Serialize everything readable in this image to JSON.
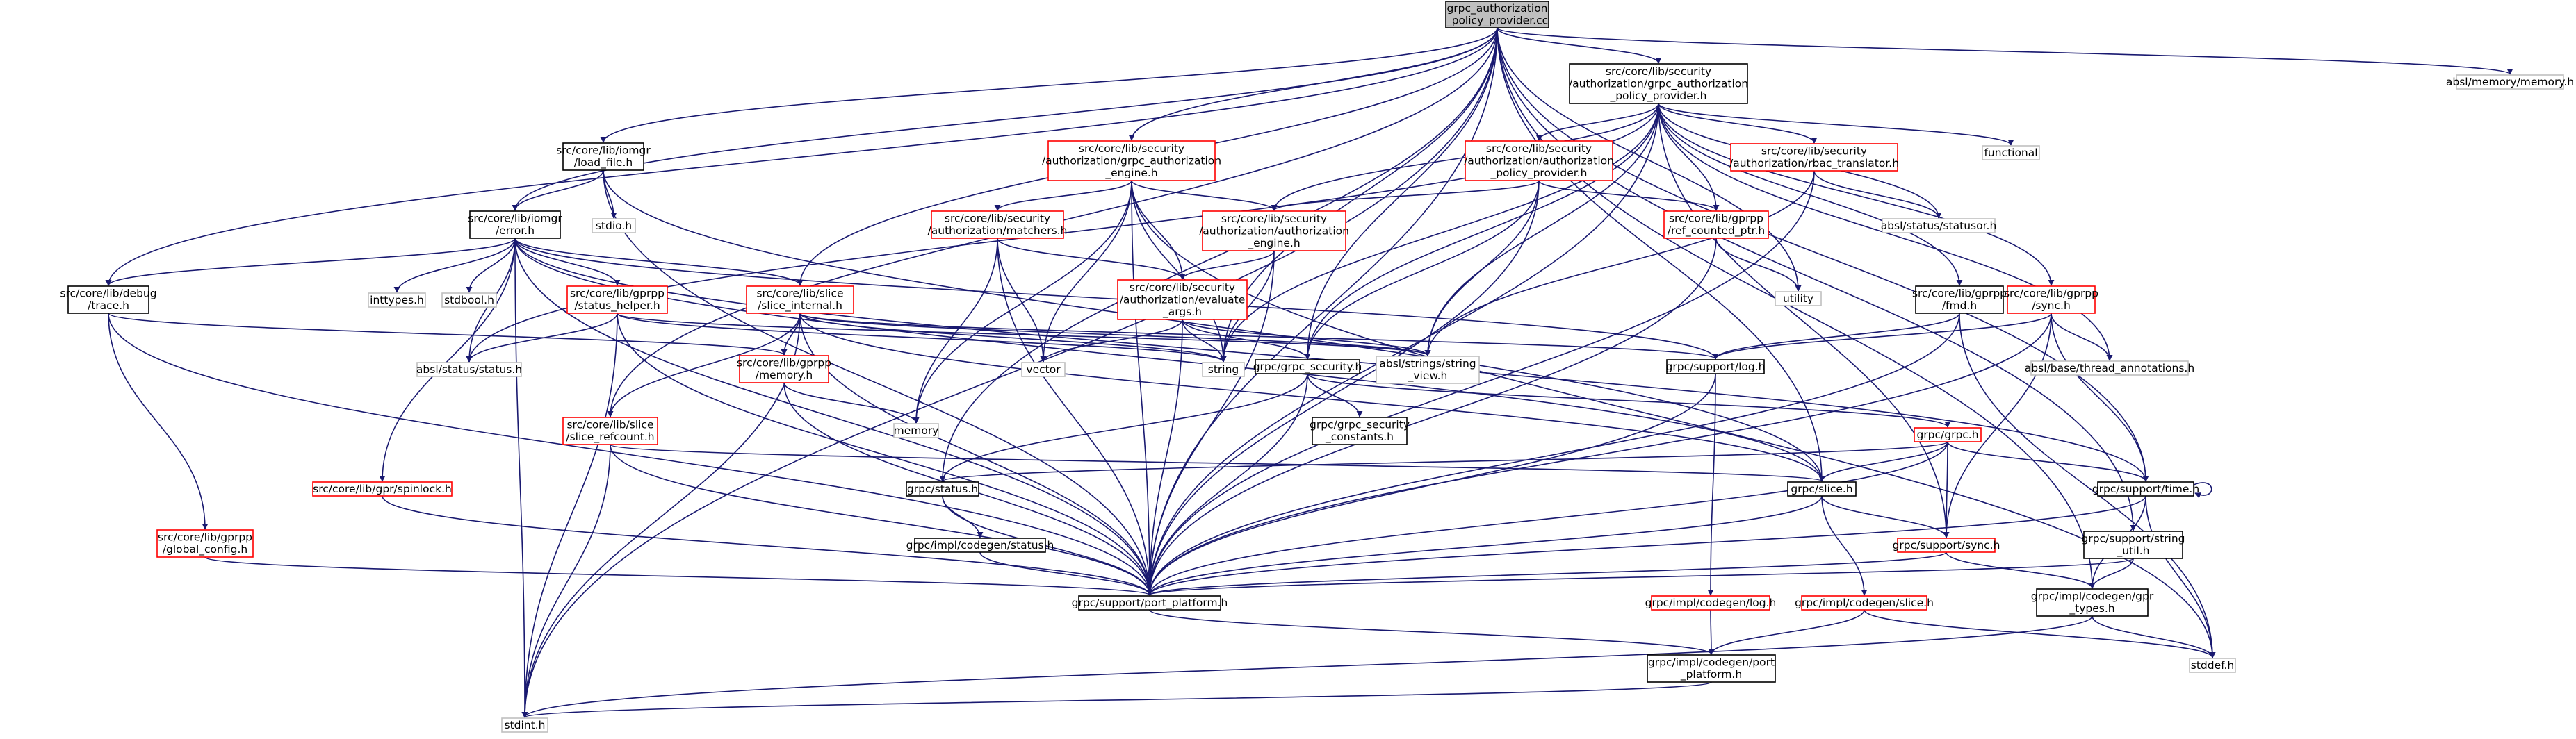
{
  "colors": {
    "edge": "#191970",
    "root_fill": "#bfbfbf",
    "documented_border": "#000000",
    "incomplete_border": "#ff0000",
    "undocumented_border": "#bfbfbf",
    "text": "#000000"
  },
  "nodes": [
    {
      "id": "root",
      "lines": [
        "grpc_authorization",
        "_policy_provider.cc"
      ],
      "style": "root"
    },
    {
      "id": "gapp_h",
      "lines": [
        "src/core/lib/security",
        "/authorization/grpc_authorization",
        "_policy_provider.h"
      ],
      "style": "doc"
    },
    {
      "id": "absl_memory",
      "lines": [
        "absl/memory/memory.h"
      ],
      "style": "undoc"
    },
    {
      "id": "load_file",
      "lines": [
        "src/core/lib/iomgr",
        "/load_file.h"
      ],
      "style": "doc"
    },
    {
      "id": "gae_h",
      "lines": [
        "src/core/lib/security",
        "/authorization/grpc_authorization",
        "_engine.h"
      ],
      "style": "red"
    },
    {
      "id": "aapp_h",
      "lines": [
        "src/core/lib/security",
        "/authorization/authorization",
        "_policy_provider.h"
      ],
      "style": "red"
    },
    {
      "id": "rbac",
      "lines": [
        "src/core/lib/security",
        "/authorization/rbac_translator.h"
      ],
      "style": "red"
    },
    {
      "id": "functional",
      "lines": [
        "functional"
      ],
      "style": "undoc"
    },
    {
      "id": "error_h",
      "lines": [
        "src/core/lib/iomgr",
        "/error.h"
      ],
      "style": "doc"
    },
    {
      "id": "stdio",
      "lines": [
        "stdio.h"
      ],
      "style": "undoc"
    },
    {
      "id": "matchers",
      "lines": [
        "src/core/lib/security",
        "/authorization/matchers.h"
      ],
      "style": "red"
    },
    {
      "id": "aae_h",
      "lines": [
        "src/core/lib/security",
        "/authorization/authorization",
        "_engine.h"
      ],
      "style": "red"
    },
    {
      "id": "statusor",
      "lines": [
        "absl/status/statusor.h"
      ],
      "style": "undoc"
    },
    {
      "id": "refcounted",
      "lines": [
        "src/core/lib/gprpp",
        "/ref_counted_ptr.h"
      ],
      "style": "red"
    },
    {
      "id": "trace",
      "lines": [
        "src/core/lib/debug",
        "/trace.h"
      ],
      "style": "doc"
    },
    {
      "id": "inttypes",
      "lines": [
        "inttypes.h"
      ],
      "style": "undoc"
    },
    {
      "id": "stdbool",
      "lines": [
        "stdbool.h"
      ],
      "style": "undoc"
    },
    {
      "id": "status_helper",
      "lines": [
        "src/core/lib/gprpp",
        "/status_helper.h"
      ],
      "style": "red"
    },
    {
      "id": "slice_internal",
      "lines": [
        "src/core/lib/slice",
        "/slice_internal.h"
      ],
      "style": "red"
    },
    {
      "id": "evaluate_args",
      "lines": [
        "src/core/lib/security",
        "/authorization/evaluate",
        "_args.h"
      ],
      "style": "red"
    },
    {
      "id": "utility",
      "lines": [
        "utility"
      ],
      "style": "undoc"
    },
    {
      "id": "fmd",
      "lines": [
        "src/core/lib/gprpp",
        "/fmd.h"
      ],
      "style": "doc"
    },
    {
      "id": "sync_h",
      "lines": [
        "src/core/lib/gprpp",
        "/sync.h"
      ],
      "style": "red"
    },
    {
      "id": "absl_status",
      "lines": [
        "absl/status/status.h"
      ],
      "style": "undoc"
    },
    {
      "id": "gprpp_memory",
      "lines": [
        "src/core/lib/gprpp",
        "/memory.h"
      ],
      "style": "red"
    },
    {
      "id": "vector",
      "lines": [
        "vector"
      ],
      "style": "undoc"
    },
    {
      "id": "string",
      "lines": [
        "string"
      ],
      "style": "undoc"
    },
    {
      "id": "grpc_security",
      "lines": [
        "grpc/grpc_security.h"
      ],
      "style": "doc"
    },
    {
      "id": "string_view",
      "lines": [
        "absl/strings/string",
        "_view.h"
      ],
      "style": "undoc"
    },
    {
      "id": "log_h",
      "lines": [
        "grpc/support/log.h"
      ],
      "style": "doc"
    },
    {
      "id": "thread_ann",
      "lines": [
        "absl/base/thread_annotations.h"
      ],
      "style": "undoc"
    },
    {
      "id": "memory",
      "lines": [
        "memory"
      ],
      "style": "undoc"
    },
    {
      "id": "slice_refcount",
      "lines": [
        "src/core/lib/slice",
        "/slice_refcount.h"
      ],
      "style": "red"
    },
    {
      "id": "sec_constants",
      "lines": [
        "grpc/grpc_security",
        "_constants.h"
      ],
      "style": "doc"
    },
    {
      "id": "grpc_h",
      "lines": [
        "grpc/grpc.h"
      ],
      "style": "red"
    },
    {
      "id": "spinlock",
      "lines": [
        "src/core/lib/gpr/spinlock.h"
      ],
      "style": "red"
    },
    {
      "id": "status_h",
      "lines": [
        "grpc/status.h"
      ],
      "style": "doc"
    },
    {
      "id": "slice_h",
      "lines": [
        "grpc/slice.h"
      ],
      "style": "doc"
    },
    {
      "id": "time_h",
      "lines": [
        "grpc/support/time.h"
      ],
      "style": "doc"
    },
    {
      "id": "global_config",
      "lines": [
        "src/core/lib/gprpp",
        "/global_config.h"
      ],
      "style": "red"
    },
    {
      "id": "codegen_status",
      "lines": [
        "grpc/impl/codegen/status.h"
      ],
      "style": "doc"
    },
    {
      "id": "sup_sync",
      "lines": [
        "grpc/support/sync.h"
      ],
      "style": "red"
    },
    {
      "id": "string_util",
      "lines": [
        "grpc/support/string",
        "_util.h"
      ],
      "style": "doc"
    },
    {
      "id": "port_platform",
      "lines": [
        "grpc/support/port_platform.h"
      ],
      "style": "doc"
    },
    {
      "id": "codegen_log",
      "lines": [
        "grpc/impl/codegen/log.h"
      ],
      "style": "red"
    },
    {
      "id": "codegen_slice",
      "lines": [
        "grpc/impl/codegen/slice.h"
      ],
      "style": "red"
    },
    {
      "id": "gpr_types",
      "lines": [
        "grpc/impl/codegen/gpr",
        "_types.h"
      ],
      "style": "doc"
    },
    {
      "id": "codegen_port",
      "lines": [
        "grpc/impl/codegen/port",
        "_platform.h"
      ],
      "style": "doc"
    },
    {
      "id": "stddef",
      "lines": [
        "stddef.h"
      ],
      "style": "undoc"
    },
    {
      "id": "stdint",
      "lines": [
        "stdint.h"
      ],
      "style": "undoc"
    }
  ],
  "edges": [
    [
      "root",
      "gapp_h"
    ],
    [
      "root",
      "absl_memory"
    ],
    [
      "root",
      "load_file"
    ],
    [
      "root",
      "gae_h"
    ],
    [
      "root",
      "error_h"
    ],
    [
      "root",
      "trace"
    ],
    [
      "root",
      "slice_internal"
    ],
    [
      "root",
      "grpc_security"
    ],
    [
      "root",
      "string"
    ],
    [
      "root",
      "status_h"
    ],
    [
      "root",
      "slice_refcount"
    ],
    [
      "root",
      "port_platform"
    ],
    [
      "root",
      "slice_h"
    ],
    [
      "root",
      "time_h"
    ],
    [
      "root",
      "string_util"
    ],
    [
      "root",
      "gpr_types"
    ],
    [
      "root",
      "utility"
    ],
    [
      "root",
      "stdint"
    ],
    [
      "gapp_h",
      "aapp_h"
    ],
    [
      "gapp_h",
      "rbac"
    ],
    [
      "gapp_h",
      "functional"
    ],
    [
      "gapp_h",
      "refcounted"
    ],
    [
      "gapp_h",
      "aae_h"
    ],
    [
      "gapp_h",
      "statusor"
    ],
    [
      "gapp_h",
      "fmd"
    ],
    [
      "gapp_h",
      "sync_h"
    ],
    [
      "gapp_h",
      "absl_status"
    ],
    [
      "gapp_h",
      "grpc_security"
    ],
    [
      "gapp_h",
      "string_view"
    ],
    [
      "gapp_h",
      "thread_ann"
    ],
    [
      "gapp_h",
      "port_platform"
    ],
    [
      "gapp_h",
      "sup_sync"
    ],
    [
      "gapp_h",
      "string"
    ],
    [
      "load_file",
      "error_h"
    ],
    [
      "load_file",
      "stdio"
    ],
    [
      "load_file",
      "slice_h"
    ],
    [
      "load_file",
      "port_platform"
    ],
    [
      "gae_h",
      "matchers"
    ],
    [
      "gae_h",
      "aae_h"
    ],
    [
      "gae_h",
      "evaluate_args"
    ],
    [
      "gae_h",
      "vector"
    ],
    [
      "gae_h",
      "memory"
    ],
    [
      "gae_h",
      "string"
    ],
    [
      "gae_h",
      "port_platform"
    ],
    [
      "gae_h",
      "stddef"
    ],
    [
      "aapp_h",
      "aae_h"
    ],
    [
      "aapp_h",
      "refcounted"
    ],
    [
      "aapp_h",
      "grpc_security"
    ],
    [
      "aapp_h",
      "port_platform"
    ],
    [
      "aapp_h",
      "string_view"
    ],
    [
      "rbac",
      "statusor"
    ],
    [
      "rbac",
      "port_platform"
    ],
    [
      "rbac",
      "string_view"
    ],
    [
      "error_h",
      "trace"
    ],
    [
      "error_h",
      "inttypes"
    ],
    [
      "error_h",
      "stdbool"
    ],
    [
      "error_h",
      "status_helper"
    ],
    [
      "error_h",
      "slice_internal"
    ],
    [
      "error_h",
      "absl_status"
    ],
    [
      "error_h",
      "log_h"
    ],
    [
      "error_h",
      "time_h"
    ],
    [
      "error_h",
      "spinlock"
    ],
    [
      "error_h",
      "port_platform"
    ],
    [
      "error_h",
      "stdint"
    ],
    [
      "error_h",
      "slice_h"
    ],
    [
      "matchers",
      "evaluate_args"
    ],
    [
      "matchers",
      "vector"
    ],
    [
      "matchers",
      "memory"
    ],
    [
      "matchers",
      "port_platform"
    ],
    [
      "aae_h",
      "evaluate_args"
    ],
    [
      "aae_h",
      "string"
    ],
    [
      "aae_h",
      "port_platform"
    ],
    [
      "refcounted",
      "utility"
    ],
    [
      "refcounted",
      "port_platform"
    ],
    [
      "trace",
      "gprpp_memory"
    ],
    [
      "trace",
      "global_config"
    ],
    [
      "trace",
      "port_platform"
    ],
    [
      "status_helper",
      "absl_status"
    ],
    [
      "status_helper",
      "string_view"
    ],
    [
      "status_helper",
      "string"
    ],
    [
      "status_helper",
      "port_platform"
    ],
    [
      "status_helper",
      "stdint"
    ],
    [
      "slice_internal",
      "gprpp_memory"
    ],
    [
      "slice_internal",
      "slice_refcount"
    ],
    [
      "slice_internal",
      "string"
    ],
    [
      "slice_internal",
      "string_view"
    ],
    [
      "slice_internal",
      "log_h"
    ],
    [
      "slice_internal",
      "slice_h"
    ],
    [
      "slice_internal",
      "port_platform"
    ],
    [
      "slice_internal",
      "stdint"
    ],
    [
      "evaluate_args",
      "grpc_security"
    ],
    [
      "evaluate_args",
      "string"
    ],
    [
      "evaluate_args",
      "string_view"
    ],
    [
      "evaluate_args",
      "vector"
    ],
    [
      "evaluate_args",
      "port_platform"
    ],
    [
      "fmd",
      "log_h"
    ],
    [
      "fmd",
      "stddef"
    ],
    [
      "fmd",
      "port_platform"
    ],
    [
      "sync_h",
      "thread_ann"
    ],
    [
      "sync_h",
      "log_h"
    ],
    [
      "sync_h",
      "sup_sync"
    ],
    [
      "sync_h",
      "time_h"
    ],
    [
      "sync_h",
      "port_platform"
    ],
    [
      "gprpp_memory",
      "memory"
    ],
    [
      "gprpp_memory",
      "port_platform"
    ],
    [
      "grpc_security",
      "sec_constants"
    ],
    [
      "grpc_security",
      "grpc_h"
    ],
    [
      "grpc_security",
      "status_h"
    ],
    [
      "grpc_security",
      "port_platform"
    ],
    [
      "log_h",
      "codegen_log"
    ],
    [
      "log_h",
      "port_platform"
    ],
    [
      "slice_refcount",
      "slice_h"
    ],
    [
      "slice_refcount",
      "port_platform"
    ],
    [
      "slice_refcount",
      "stdint"
    ],
    [
      "grpc_h",
      "status_h"
    ],
    [
      "grpc_h",
      "slice_h"
    ],
    [
      "grpc_h",
      "time_h"
    ],
    [
      "grpc_h",
      "sup_sync"
    ],
    [
      "grpc_h",
      "port_platform"
    ],
    [
      "spinlock",
      "port_platform"
    ],
    [
      "status_h",
      "codegen_status"
    ],
    [
      "status_h",
      "port_platform"
    ],
    [
      "slice_h",
      "sup_sync"
    ],
    [
      "slice_h",
      "codegen_slice"
    ],
    [
      "slice_h",
      "port_platform"
    ],
    [
      "time_h",
      "time_h"
    ],
    [
      "time_h",
      "gpr_types"
    ],
    [
      "time_h",
      "stddef"
    ],
    [
      "time_h",
      "port_platform"
    ],
    [
      "global_config",
      "port_platform"
    ],
    [
      "codegen_status",
      "port_platform"
    ],
    [
      "sup_sync",
      "gpr_types"
    ],
    [
      "sup_sync",
      "port_platform"
    ],
    [
      "string_util",
      "gpr_types"
    ],
    [
      "string_util",
      "port_platform"
    ],
    [
      "port_platform",
      "codegen_port"
    ],
    [
      "codegen_log",
      "codegen_port"
    ],
    [
      "codegen_slice",
      "codegen_port"
    ],
    [
      "codegen_slice",
      "stddef"
    ],
    [
      "gpr_types",
      "stddef"
    ],
    [
      "gpr_types",
      "stdint"
    ],
    [
      "codegen_port",
      "stdint"
    ]
  ]
}
